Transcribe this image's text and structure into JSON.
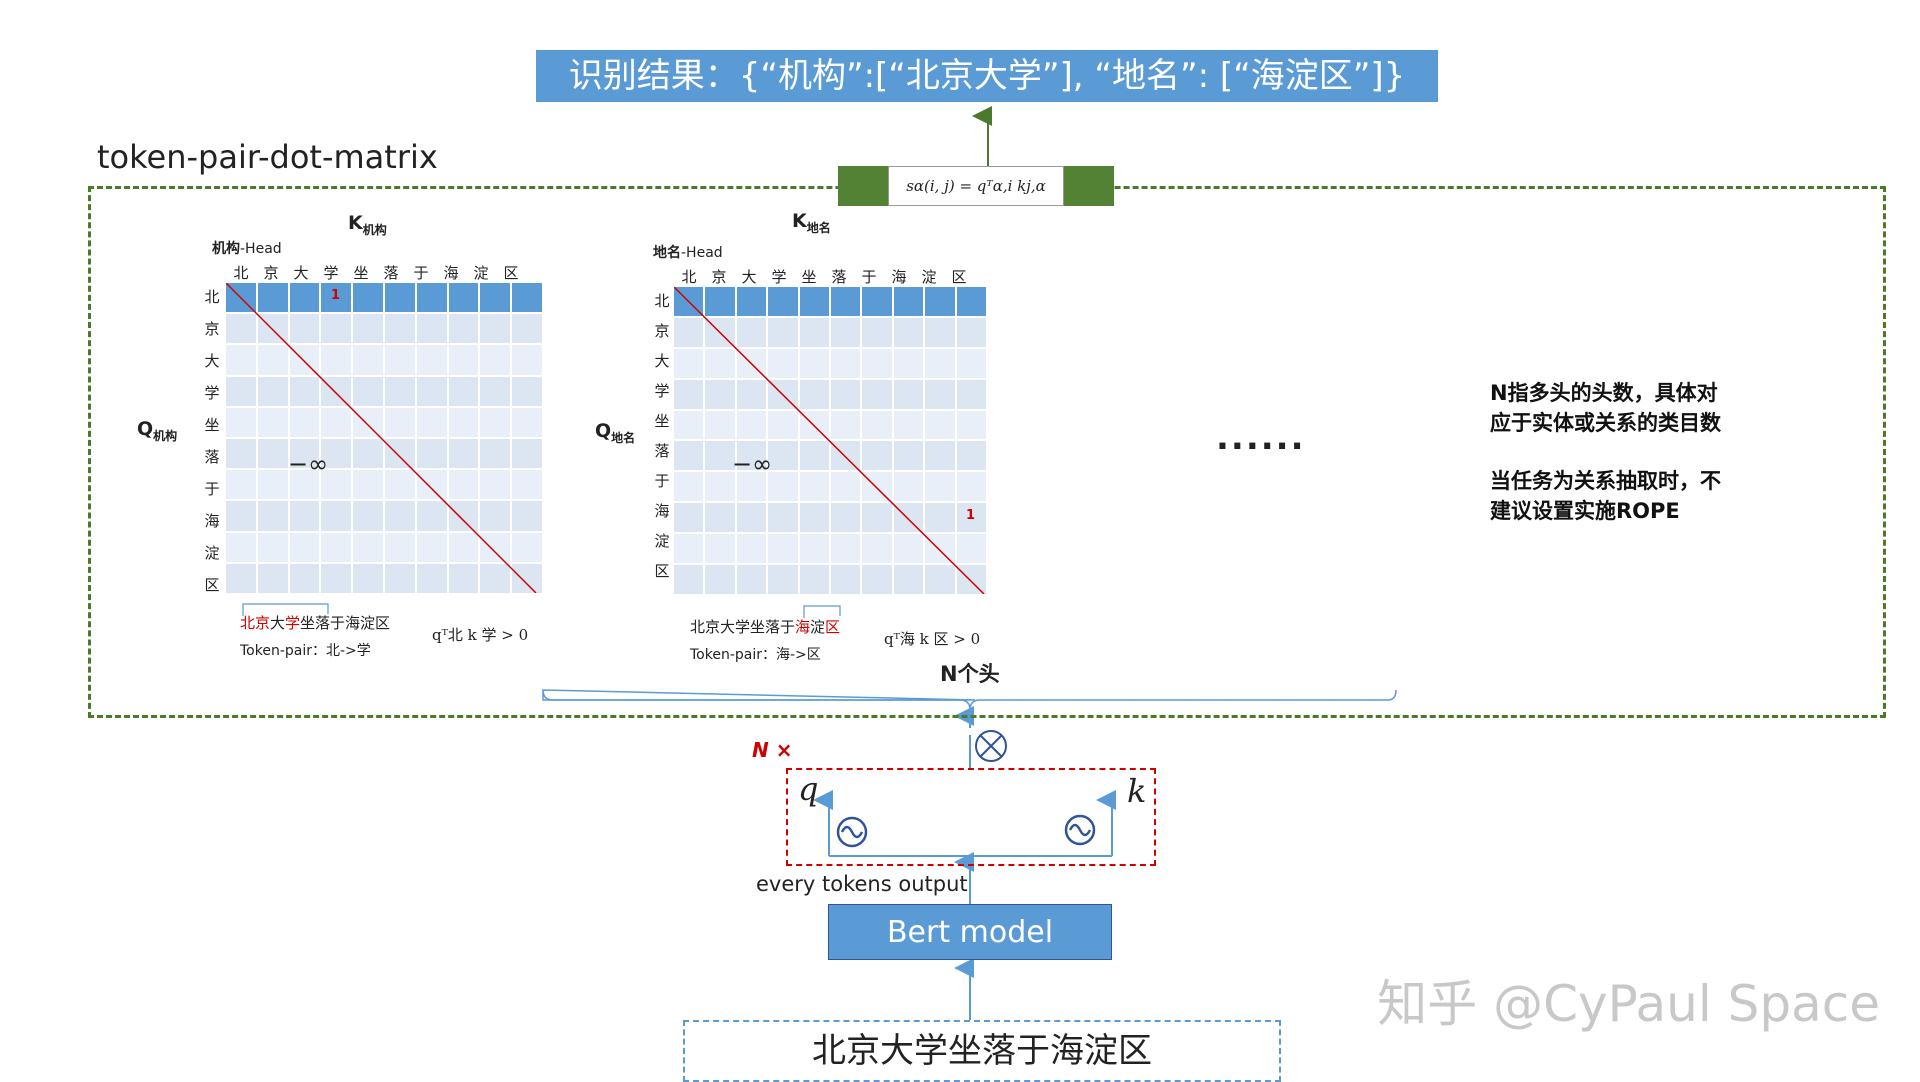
{
  "result_banner": "识别结果：{“机构”:[“北京大学”], “地名”: [“海淀区”]}",
  "matrix_title": "token-pair-dot-matrix",
  "formula": "s_α(i, j) = q_{α,i}^T k_{j,α}",
  "formula_display": "sα(i, j) = qᵀα,i kj,α",
  "matrices": [
    {
      "k_label": "K",
      "k_sub": "机构",
      "q_label": "Q",
      "q_sub": "机构",
      "head_bold": "机构",
      "head_rest": "-Head",
      "chars": [
        "北",
        "京",
        "大",
        "学",
        "坐",
        "落",
        "于",
        "海",
        "淀",
        "区"
      ],
      "neg_inf": "−∞",
      "one_label": "1",
      "sentence_red1": "北京",
      "sentence_mid": "大",
      "sentence_red2": "学",
      "sentence_rest": "坐落于海淀区",
      "pair": "Token-pair：北->学",
      "qk": "qᵀ北 k 学 > 0"
    },
    {
      "k_label": "K",
      "k_sub": "地名",
      "q_label": "Q",
      "q_sub": "地名",
      "head_bold": "地名",
      "head_rest": "-Head",
      "chars": [
        "北",
        "京",
        "大",
        "学",
        "坐",
        "落",
        "于",
        "海",
        "淀",
        "区"
      ],
      "neg_inf": "−∞",
      "one_label": "1",
      "sentence_pre": "北京大学坐落于",
      "sentence_red": "海",
      "sentence_mid": "淀",
      "sentence_red2": "区",
      "pair": "Token-pair：海->区",
      "qk": "qᵀ海 k 区 > 0"
    }
  ],
  "ellipsis": "......",
  "note_line1": "N指多头的头数，具体对",
  "note_line2": "应于实体或关系的类目数",
  "note_line3": "当任务为关系抽取时，不",
  "note_line4": "建议设置实施ROPE",
  "n_heads": "N个头",
  "n_times": "N ×",
  "q_letter": "q",
  "k_letter": "k",
  "tokens_output": "every tokens output",
  "bert_model": "Bert model",
  "input_sentence": "北京大学坐落于海淀区",
  "watermark": "知乎 @CyPaul Space",
  "colors": {
    "blue": "#5b9bd5",
    "green": "#548235",
    "red": "#d00000",
    "dashed_green": "#4a7a2c"
  }
}
